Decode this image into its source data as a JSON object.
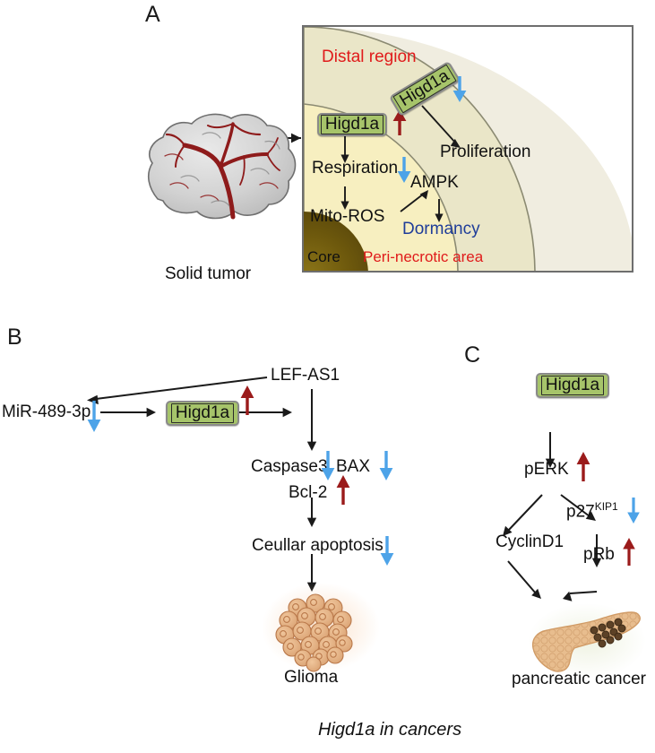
{
  "figure": {
    "caption": "Higd1a in cancers"
  },
  "panels": {
    "a": {
      "label": "A",
      "tumor_label": "Solid tumor",
      "zones": {
        "distal_region": "Distal region",
        "peri_necrotic_area": "Peri-necrotic area",
        "core": "Core"
      },
      "nodes": {
        "higd1a_distal": "Higd1a",
        "higd1a_peri": "Higd1a",
        "respiration": "Respiration",
        "mito_ros": "Mito-ROS",
        "ampk": "AMPK",
        "dormancy": "Dormancy",
        "proliferation": "Proliferation"
      },
      "regulation": {
        "higd1a_peri": "up",
        "higd1a_distal": "down",
        "respiration": "down"
      }
    },
    "b": {
      "label": "B",
      "nodes": {
        "lef_as1": "LEF-AS1",
        "mir_489_3p": "MiR-489-3p",
        "higd1a": "Higd1a",
        "caspase3": "Caspase3",
        "bax": "BAX",
        "bcl2": "Bcl-2",
        "cellular_apoptosis": "Ceullar apoptosis",
        "glioma": "Glioma"
      },
      "regulation": {
        "mir_489_3p": "down",
        "higd1a": "up",
        "caspase3": "down",
        "bax": "down",
        "bcl2": "up",
        "cellular_apoptosis": "down"
      }
    },
    "c": {
      "label": "C",
      "nodes": {
        "higd1a": "Higd1a",
        "perk": "pERK",
        "p27": "p27",
        "p27_sup": "KIP1",
        "cyclind1": "CyclinD1",
        "prb": "pRb",
        "pancreatic_cancer": "pancreatic cancer"
      },
      "regulation": {
        "perk": "up",
        "p27": "down",
        "prb": "up"
      }
    }
  },
  "colors": {
    "up_arrow": "#9B1B1B",
    "down_arrow": "#4DA3E8",
    "higd1a_box": "#a6c46a",
    "distal_zone": "#eeeacd",
    "peri_zone": "#f7efc4",
    "outer_zone": "#efecd8",
    "core": "#6e5a0f",
    "red_text": "#e01b1b",
    "blue_text": "#1f3d99",
    "tumor_vessel": "#8e1b1b",
    "tumor_body": "#cfcfcf",
    "glioma_cell": "#e3b183",
    "pancreas": "#e8bd8e"
  }
}
